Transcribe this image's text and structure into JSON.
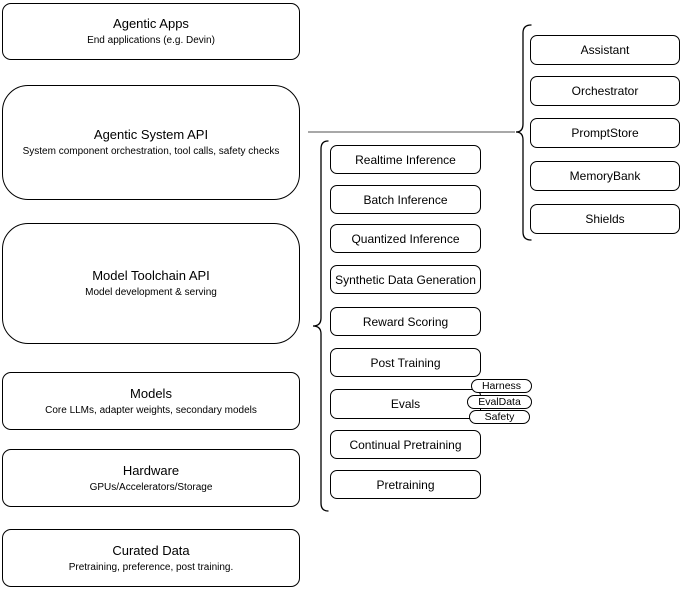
{
  "diagram": {
    "stack": [
      {
        "title": "Agentic Apps",
        "subtitle": "End applications (e.g. Devin)"
      },
      {
        "title": "Agentic System API",
        "subtitle": "System component orchestration, tool calls, safety checks"
      },
      {
        "title": "Model Toolchain API",
        "subtitle": "Model development & serving"
      },
      {
        "title": "Models",
        "subtitle": "Core LLMs, adapter weights, secondary models"
      },
      {
        "title": "Hardware",
        "subtitle": "GPUs/Accelerators/Storage"
      },
      {
        "title": "Curated Data",
        "subtitle": "Pretraining, preference, post training."
      }
    ],
    "toolchain_components": [
      "Realtime Inference",
      "Batch Inference",
      "Quantized Inference",
      "Synthetic Data Generation",
      "Reward Scoring",
      "Post Training",
      "Evals",
      "Continual Pretraining",
      "Pretraining"
    ],
    "eval_tags": [
      "Harness",
      "EvalData",
      "Safety"
    ],
    "system_components": [
      "Assistant",
      "Orchestrator",
      "PromptStore",
      "MemoryBank",
      "Shields"
    ],
    "colors": {
      "shape_stroke": "#000000",
      "shape_fill": "#ffffff",
      "connector": "#737373"
    }
  }
}
